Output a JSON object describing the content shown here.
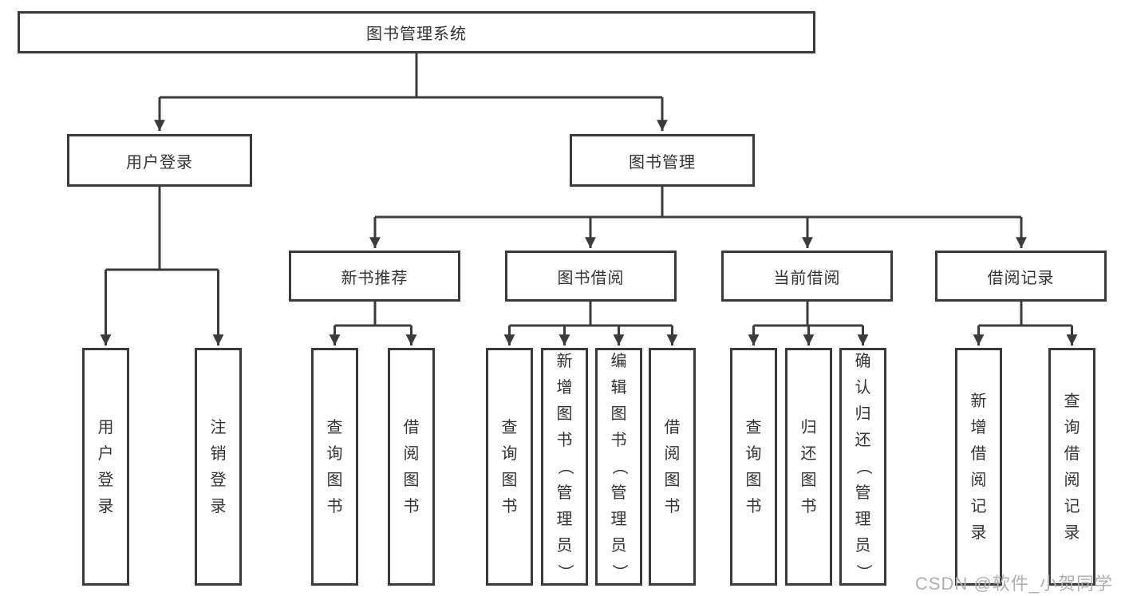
{
  "diagram": {
    "root": "图书管理系统",
    "branches": [
      {
        "label": "用户登录",
        "children": [
          "用户登录",
          "注销登录"
        ]
      },
      {
        "label": "图书管理",
        "groups": [
          {
            "label": "新书推荐",
            "children": [
              "查询图书",
              "借阅图书"
            ]
          },
          {
            "label": "图书借阅",
            "children": [
              "查询图书",
              "新增图书（管理员）",
              "编辑图书（管理员）",
              "借阅图书"
            ]
          },
          {
            "label": "当前借阅",
            "children": [
              "查询图书",
              "归还图书",
              "确认归还（管理员）"
            ]
          },
          {
            "label": "借阅记录",
            "children": [
              "新增借阅记录",
              "查询借阅记录"
            ]
          }
        ]
      }
    ],
    "colors": {
      "line": "#3b3b3b",
      "text": "#333333",
      "box_background": "#ffffff",
      "watermark": "#b0b0b0"
    },
    "watermark": "CSDN @软件_小贺同学"
  }
}
